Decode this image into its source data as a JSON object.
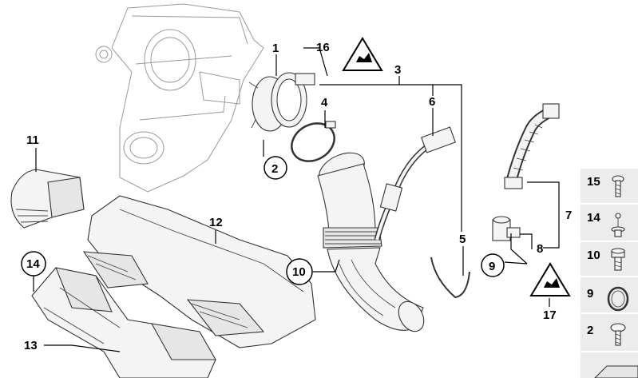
{
  "callouts": {
    "c1": "1",
    "c2": "2",
    "c3": "3",
    "c4": "4",
    "c5": "5",
    "c6": "6",
    "c7": "7",
    "c8": "8",
    "c9": "9",
    "c10": "10",
    "c11": "11",
    "c12": "12",
    "c13": "13",
    "c14": "14",
    "c16": "16",
    "c17": "17"
  },
  "legend": [
    "15",
    "14",
    "10",
    "9",
    "2"
  ],
  "icons": {
    "warning_16": "caution-triangle-icon",
    "warning_17": "caution-triangle-icon"
  },
  "colors": {
    "line": "#000000",
    "panel": "#ececec"
  }
}
